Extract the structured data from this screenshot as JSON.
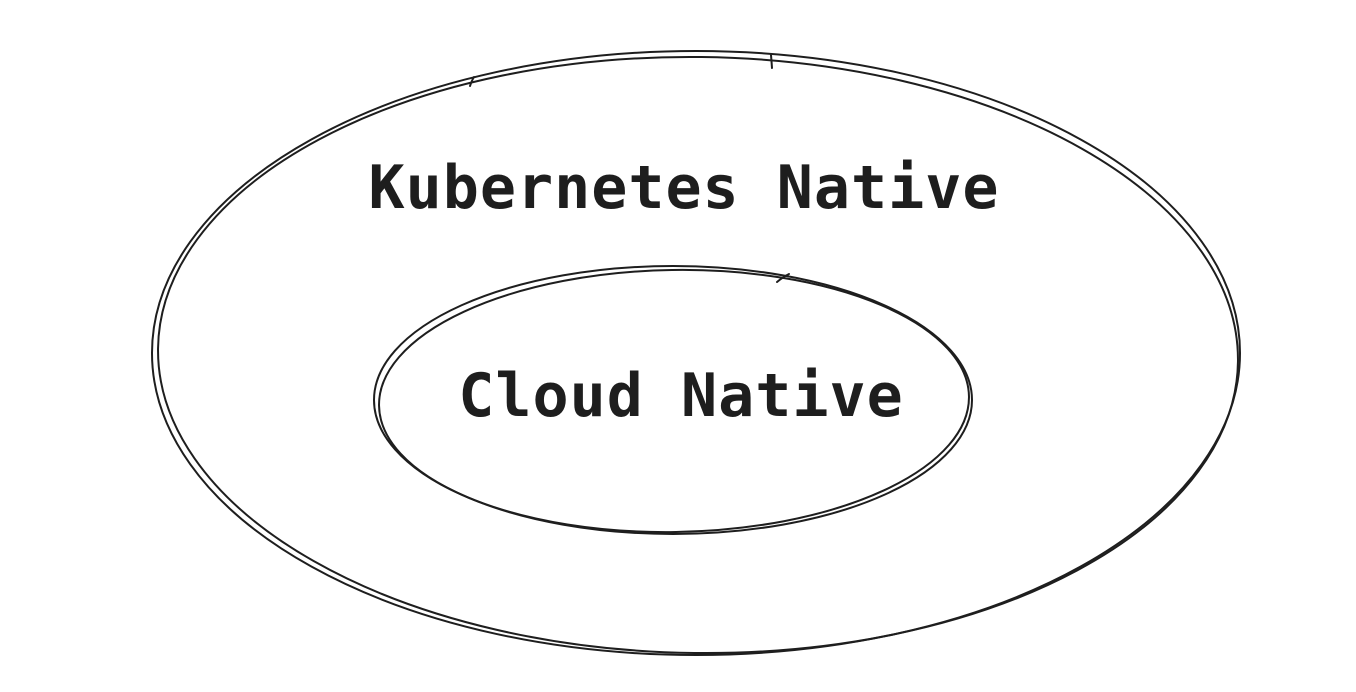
{
  "diagram": {
    "type": "nested-venn",
    "style": "hand-drawn-sketch",
    "background_color": "#ffffff",
    "stroke_color": "#1e1e1e",
    "text_color": "#1e1e1e",
    "outer_set": {
      "label": "Kubernetes Native"
    },
    "inner_set": {
      "label": "Cloud Native"
    },
    "relationship": "inner set is a subset of outer set"
  }
}
